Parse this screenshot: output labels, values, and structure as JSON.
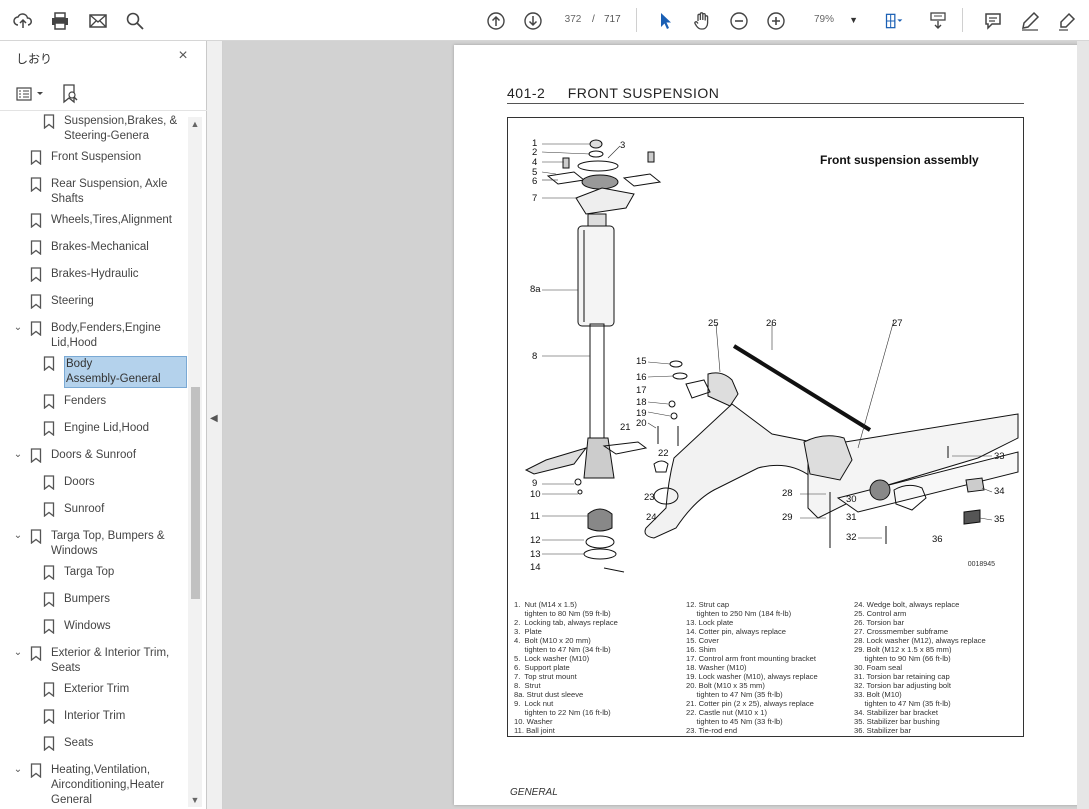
{
  "toolbar": {
    "page_current": "372",
    "page_separator": "/",
    "page_total": "717",
    "zoom": "79%",
    "icons": [
      "upload-icon",
      "print-icon",
      "mail-icon",
      "search-icon",
      "page-up-icon",
      "page-down-icon",
      "select-cursor-icon",
      "hand-icon",
      "zoom-out-icon",
      "zoom-in-icon",
      "fit-page-icon",
      "scroll-mode-icon",
      "comment-icon",
      "pen-icon",
      "highlighter-icon"
    ]
  },
  "sidebar": {
    "title": "しおり",
    "close": "×",
    "tree": [
      {
        "label": "Suspension,Brakes, &\nSteering-Genera",
        "level": 1,
        "twisty": ""
      },
      {
        "label": "Front Suspension",
        "level": 0,
        "twisty": ""
      },
      {
        "label": "Rear Suspension, Axle\nShafts",
        "level": 0,
        "twisty": ""
      },
      {
        "label": "Wheels,Tires,Alignment",
        "level": 0,
        "twisty": ""
      },
      {
        "label": "Brakes-Mechanical",
        "level": 0,
        "twisty": ""
      },
      {
        "label": "Brakes-Hydraulic",
        "level": 0,
        "twisty": ""
      },
      {
        "label": "Steering",
        "level": 0,
        "twisty": ""
      },
      {
        "label": "Body,Fenders,Engine\nLid,Hood",
        "level": 0,
        "twisty": "⌄"
      },
      {
        "label": "Body\nAssembly-General",
        "level": 1,
        "twisty": "",
        "selected": true
      },
      {
        "label": "Fenders",
        "level": 1,
        "twisty": ""
      },
      {
        "label": "Engine Lid,Hood",
        "level": 1,
        "twisty": ""
      },
      {
        "label": "Doors & Sunroof",
        "level": 0,
        "twisty": "⌄"
      },
      {
        "label": "Doors",
        "level": 1,
        "twisty": ""
      },
      {
        "label": "Sunroof",
        "level": 1,
        "twisty": ""
      },
      {
        "label": "Targa Top, Bumpers &\nWindows",
        "level": 0,
        "twisty": "⌄"
      },
      {
        "label": "Targa Top",
        "level": 1,
        "twisty": ""
      },
      {
        "label": "Bumpers",
        "level": 1,
        "twisty": ""
      },
      {
        "label": "Windows",
        "level": 1,
        "twisty": ""
      },
      {
        "label": "Exterior & Interior Trim,\nSeats",
        "level": 0,
        "twisty": "⌄"
      },
      {
        "label": "Exterior Trim",
        "level": 1,
        "twisty": ""
      },
      {
        "label": "Interior Trim",
        "level": 1,
        "twisty": ""
      },
      {
        "label": "Seats",
        "level": 1,
        "twisty": ""
      },
      {
        "label": "Heating,Ventilation,\nAirconditioning,Heater\nGeneral",
        "level": 0,
        "twisty": "⌄"
      }
    ]
  },
  "page": {
    "header_number": "401-2",
    "header_title": "FRONT SUSPENSION",
    "figure_title": "Front suspension assembly",
    "figure_code": "0018945",
    "footer": "GENERAL",
    "callouts": [
      "1",
      "2",
      "3",
      "4",
      "5",
      "6",
      "7",
      "8a",
      "8",
      "9",
      "10",
      "11",
      "12",
      "13",
      "14",
      "15",
      "16",
      "17",
      "18",
      "19",
      "20",
      "21",
      "22",
      "23",
      "24",
      "25",
      "26",
      "27",
      "28",
      "29",
      "30",
      "31",
      "32",
      "33",
      "34",
      "35",
      "36"
    ],
    "legend": {
      "col1": [
        "1.  Nut (M14 x 1.5)",
        "     tighten to 80 Nm (59 ft-lb)",
        "2.  Locking tab, always replace",
        "3.  Plate",
        "4.  Bolt (M10 x 20 mm)",
        "     tighten to 47 Nm (34 ft-lb)",
        "5.  Lock washer (M10)",
        "6.  Support plate",
        "7.  Top strut mount",
        "8.  Strut",
        "8a. Strut dust sleeve",
        "9.  Lock nut",
        "     tighten to 22 Nm (16 ft-lb)",
        "10. Washer",
        "11. Ball joint"
      ],
      "col2": [
        "12. Strut cap",
        "     tighten to 250 Nm (184 ft-lb)",
        "13. Lock plate",
        "14. Cotter pin, always replace",
        "15. Cover",
        "16. Shim",
        "17. Control arm front mounting bracket",
        "18. Washer (M10)",
        "19. Lock washer (M10), always replace",
        "20. Bolt (M10 x 35 mm)",
        "     tighten to 47 Nm (35 ft-lb)",
        "21. Cotter pin (2 x 25), always replace",
        "22. Castle nut (M10 x 1)",
        "     tighten to 45 Nm (33 ft-lb)",
        "23. Tie-rod end"
      ],
      "col3": [
        "24. Wedge bolt, always replace",
        "25. Control arm",
        "26. Torsion bar",
        "27. Crossmember subframe",
        "28. Lock washer (M12), always replace",
        "29. Bolt (M12 x 1.5 x 85 mm)",
        "     tighten to 90 Nm (66 ft-lb)",
        "30. Foam seal",
        "31. Torsion bar retaining cap",
        "32. Torsion bar adjusting bolt",
        "33. Bolt (M10)",
        "     tighten to 47 Nm (35 ft-lb)",
        "34. Stabilizer bar bracket",
        "35. Stabilizer bar bushing",
        "36. Stabilizer bar"
      ]
    }
  }
}
